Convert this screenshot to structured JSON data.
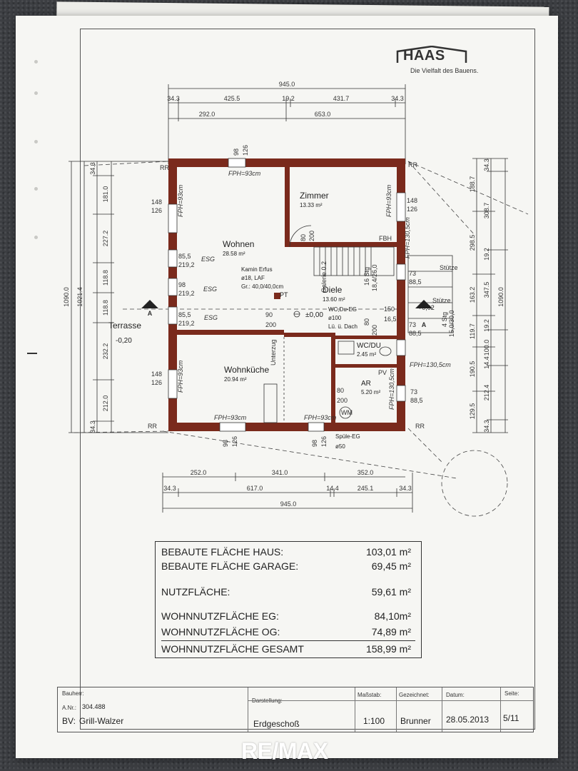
{
  "logo": {
    "name": "HAAS",
    "tagline": "Die Vielfalt des Bauens."
  },
  "dimensions": {
    "top_total": "945.0",
    "top_segments": [
      "34.3",
      "425.5",
      "19.2",
      "431.7",
      "34.3"
    ],
    "top_sub": [
      "292.0",
      "653.0"
    ],
    "bottom_row1": [
      "252.0",
      "341.0",
      "352.0"
    ],
    "bottom_row2": [
      "34.3",
      "617.0",
      "14.4",
      "245.1",
      "34.3"
    ],
    "bottom_total": "945.0",
    "left_outer": "1090.0",
    "left_mid": "1021.4",
    "left_top": "34.3",
    "left_segments": [
      "181.0",
      "227.2",
      "118.8",
      "118.8",
      "232.2",
      "212.0"
    ],
    "left_bottom": "34.3",
    "right_outer": "1090.0",
    "right_segments_a": [
      "188.7",
      "298.5",
      "163.2",
      "119.7",
      "190.5",
      "129.5"
    ],
    "right_segments_b": [
      "34.3",
      "308.7",
      "19.2",
      "347.5",
      "19.2",
      "100.0",
      "14.4",
      "212.4",
      "34.3"
    ],
    "window_top": [
      "98",
      "126"
    ],
    "window_bottom_left": [
      "98",
      "126"
    ],
    "window_bottom_mid": [
      "98",
      "126"
    ],
    "left_windows": [
      [
        "148",
        "126"
      ],
      [
        "85,5",
        "219,2"
      ],
      [
        "98",
        "219,2"
      ],
      [
        "85,5",
        "219,2"
      ],
      [
        "148",
        "126"
      ]
    ],
    "right_windows": [
      [
        "148",
        "126"
      ],
      [
        "73",
        "88,5"
      ],
      [
        "73",
        "88,5"
      ],
      [
        "73",
        "88,5"
      ]
    ],
    "door_dims": [
      [
        "80",
        "200"
      ],
      [
        "90",
        "200"
      ],
      [
        "80",
        "200"
      ],
      [
        "80",
        "200"
      ],
      [
        "150",
        "16,5"
      ]
    ]
  },
  "plan_labels": {
    "rr": "RR",
    "fph93": "FPH=93cm",
    "fph1305": "FPH=130,5cm",
    "esg": "ESG",
    "fbh": "FBH",
    "section": "A",
    "terrace": "Terrasse",
    "terrace_level": "-0,20",
    "kamin": [
      "Kamin Erfus",
      "ø18, LAF",
      "Gr.: 40,0/40,0cm"
    ],
    "wc_du_eg": [
      "WC,Du-EG",
      "ø100",
      "Lü. ü. Dach"
    ],
    "spuele": [
      "Spüle-EG",
      "ø50"
    ],
    "ext_level": "+0,02",
    "floor_level": "±0,00",
    "pt": "PT",
    "stairs": [
      "16 Stg",
      "18,4/26,0"
    ],
    "stuetze": "Stütze",
    "outside_stairs": [
      "4 Stg",
      "15,0/30,0"
    ],
    "unterzug": "Unterzug",
    "wm": "WM",
    "pv": "PV",
    "galerie": "Galerie 0.2"
  },
  "rooms": [
    {
      "name": "Wohnen",
      "area": "28.58 m²"
    },
    {
      "name": "Zimmer",
      "area": "13.33 m²"
    },
    {
      "name": "Diele",
      "area": "13.60 m²"
    },
    {
      "name": "WC/DU",
      "area": "2.45 m²"
    },
    {
      "name": "Wohnküche",
      "area": "20.94 m²"
    },
    {
      "name": "AR",
      "area": "5.20 m²"
    }
  ],
  "summary": [
    {
      "label": "BEBAUTE FLÄCHE HAUS:",
      "value": "103,01 m²"
    },
    {
      "label": "BEBAUTE FLÄCHE GARAGE:",
      "value": "69,45 m²"
    },
    {
      "label": "NUTZFLÄCHE:",
      "value": "59,61 m²"
    },
    {
      "label": "WOHNNUTZFLÄCHE EG:",
      "value": "84,10m²"
    },
    {
      "label": "WOHNNUTZFLÄCHE OG:",
      "value": "74,89 m²"
    },
    {
      "label": "WOHNNUTZFLÄCHE GESAMT",
      "value": "158,99 m²"
    }
  ],
  "title_block": {
    "bauherr_label": "Bauherr:",
    "an_label": "A.Nr.:",
    "an_value": "304.488",
    "bv_label": "BV:",
    "bv_value": "Grill-Walzer",
    "darstellung_label": "Darstellung:",
    "darstellung_value": "Erdgeschoß",
    "massstab_label": "Maßstab:",
    "massstab_value": "1:100",
    "gezeichnet_label": "Gezeichnet:",
    "gezeichnet_value": "Brunner",
    "datum_label": "Datum:",
    "datum_value": "28.05.2013",
    "seite_label": "Seite:",
    "seite_value": "5/11"
  },
  "watermark": "RE/MAX",
  "colors": {
    "wall": "#7a2a1c",
    "line": "#333333",
    "paper": "#f6f6f3"
  }
}
